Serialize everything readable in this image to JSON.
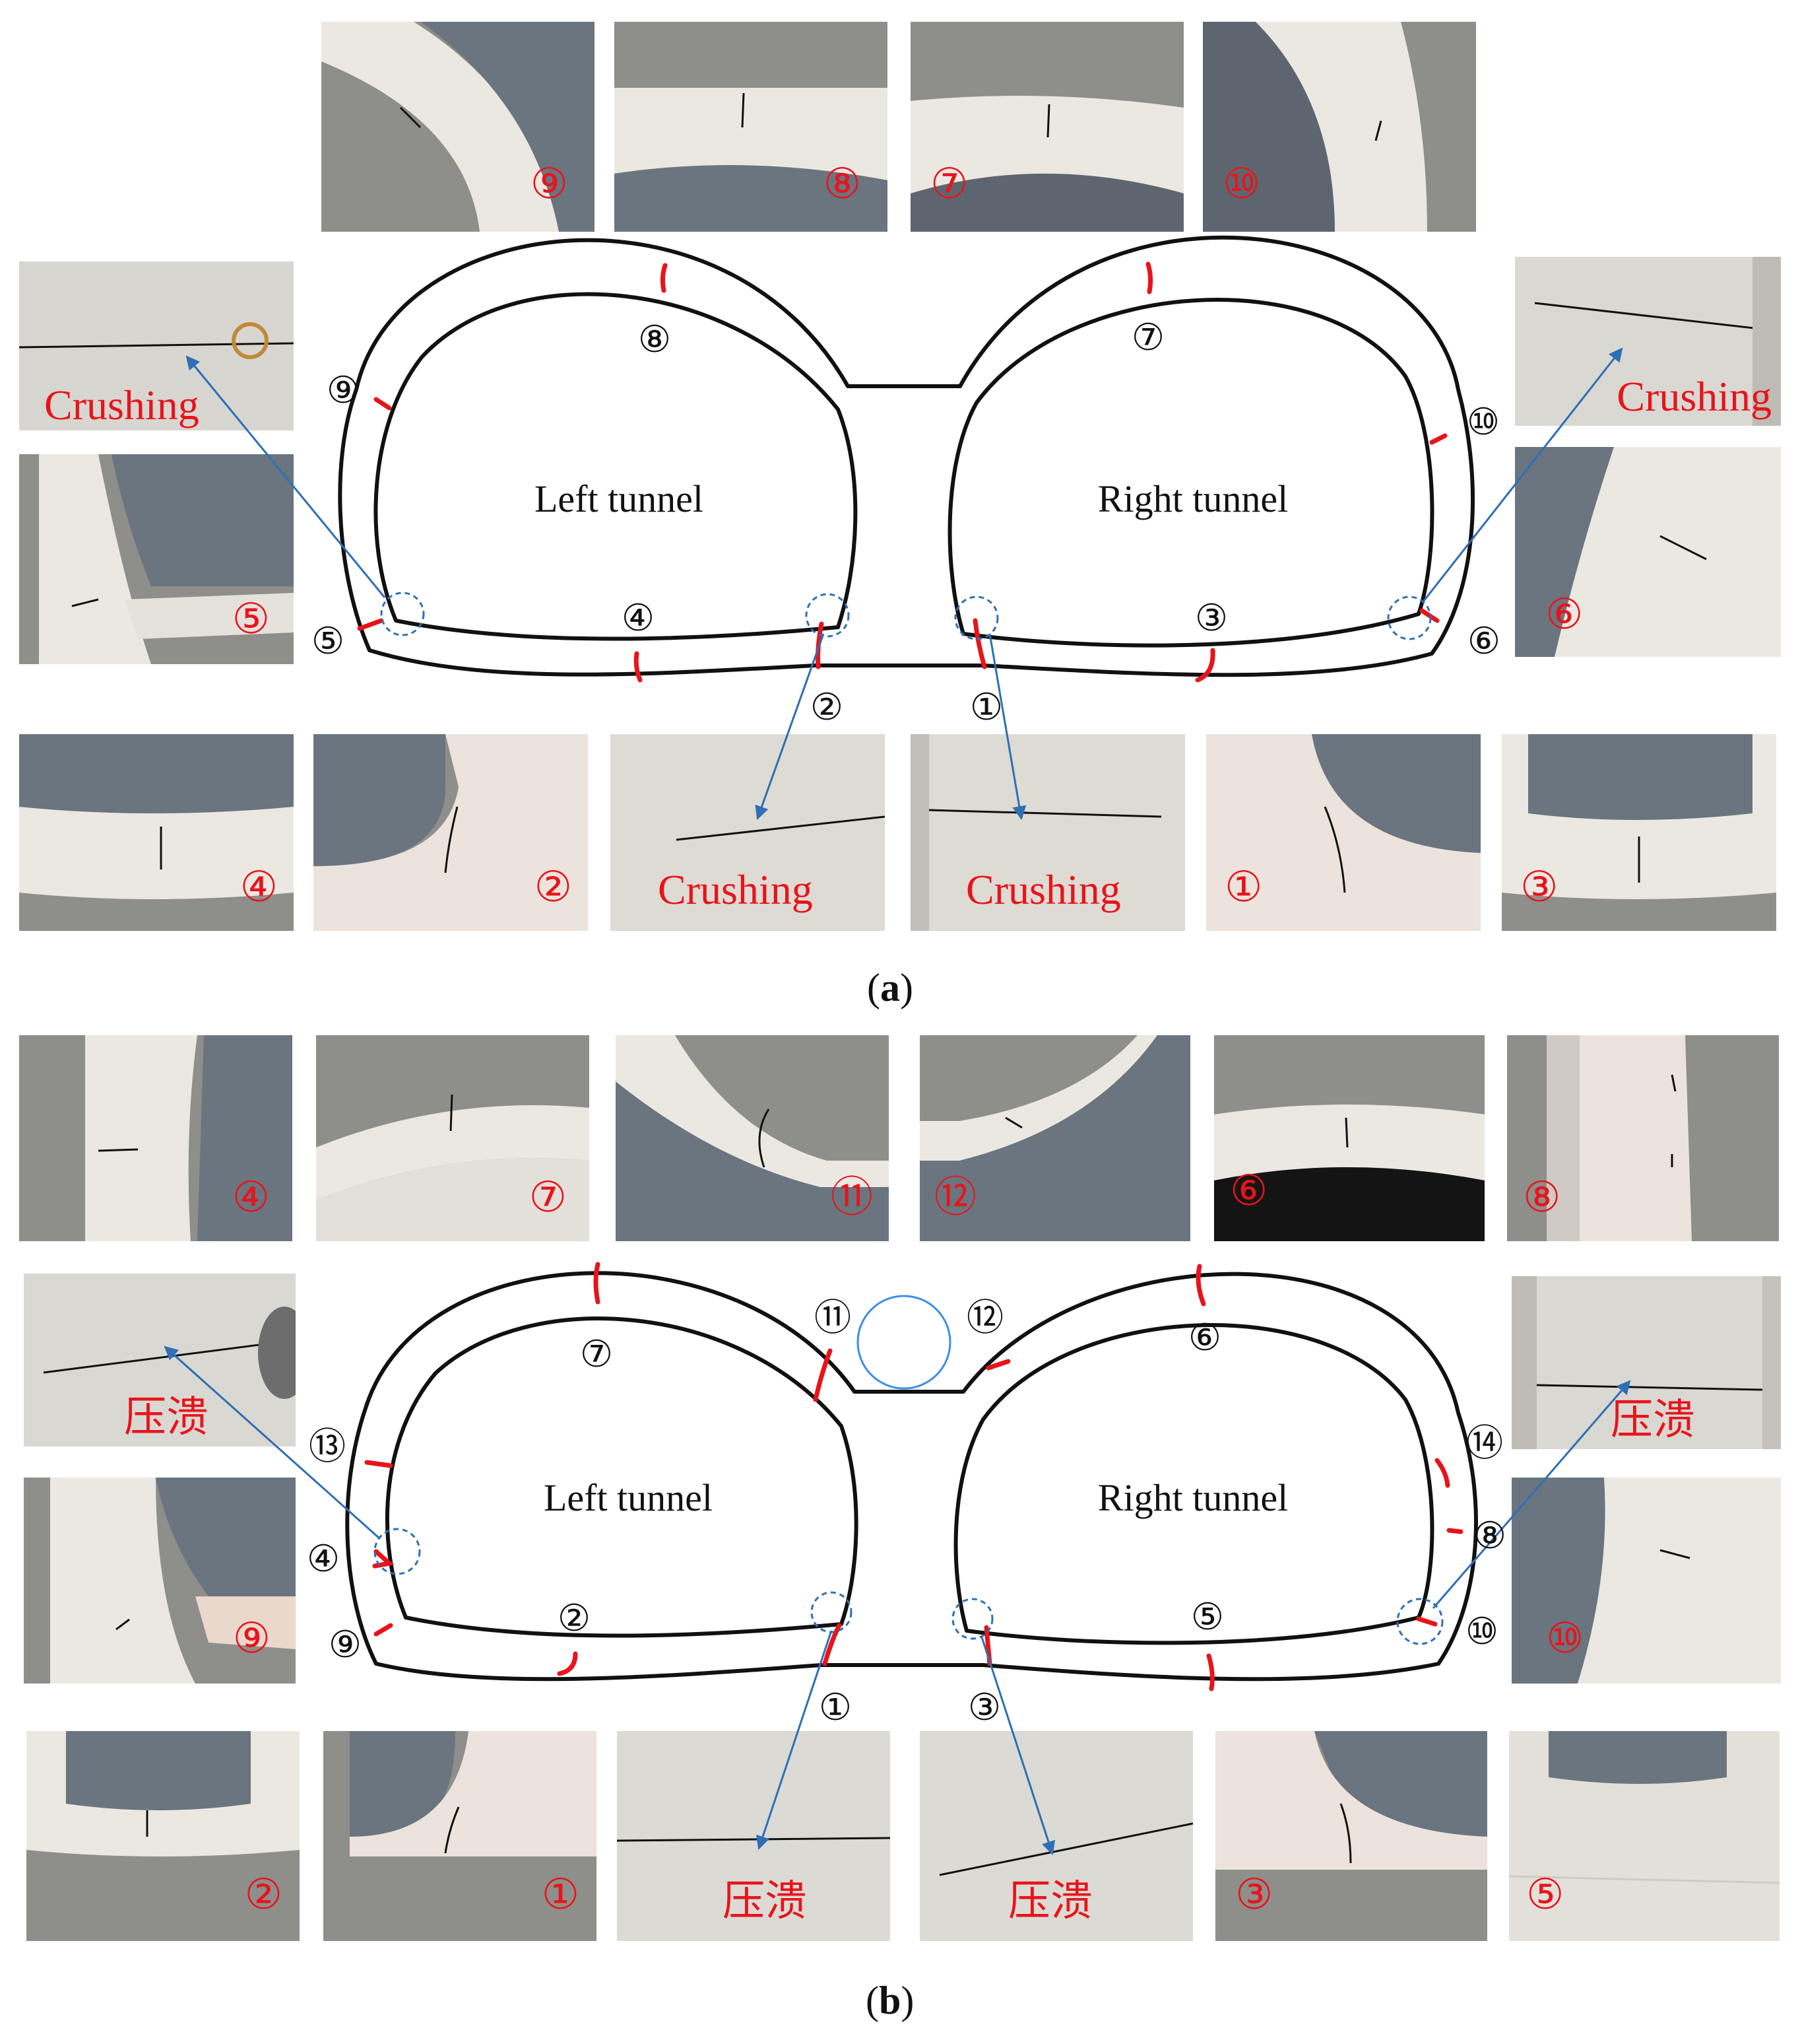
{
  "caption_a": {
    "open": "(",
    "letter": "a",
    "close": ")"
  },
  "caption_b": {
    "open": "(",
    "letter": "b",
    "close": ")"
  },
  "a": {
    "left_tunnel": "Left tunnel",
    "right_tunnel": "Right tunnel",
    "crushing": "Crushing",
    "markers": [
      "⑧",
      "⑦",
      "⑨",
      "⑩",
      "⑤",
      "④",
      "②",
      "①",
      "③",
      "⑥"
    ],
    "photo_tags_top": [
      "⑨",
      "⑧",
      "⑦",
      "⑩"
    ],
    "photo_tags_side_left": [
      "⑤"
    ],
    "photo_tags_side_right": [
      "⑥"
    ],
    "photo_tags_bottom": [
      "④",
      "②",
      "①",
      "③"
    ]
  },
  "b": {
    "left_tunnel": "Left tunnel",
    "right_tunnel": "Right tunnel",
    "crushing": "压溃",
    "markers": [
      "⑪",
      "⑫",
      "⑦",
      "⑥",
      "⑬",
      "⑭",
      "④",
      "⑧",
      "②",
      "⑤",
      "⑨",
      "⑩",
      "①",
      "③"
    ],
    "photo_tags_top": [
      "④",
      "⑦",
      "⑪",
      "⑫",
      "⑥",
      "⑧"
    ],
    "photo_tags_side_left": [
      "⑨"
    ],
    "photo_tags_side_right": [
      "⑩"
    ],
    "photo_tags_bottom": [
      "②",
      "①",
      "③",
      "⑤"
    ]
  },
  "colors": {
    "lining": "#111111",
    "crack": "#e8141b",
    "arrow": "#2e6fb5",
    "pipe": "#3a8ee6"
  }
}
